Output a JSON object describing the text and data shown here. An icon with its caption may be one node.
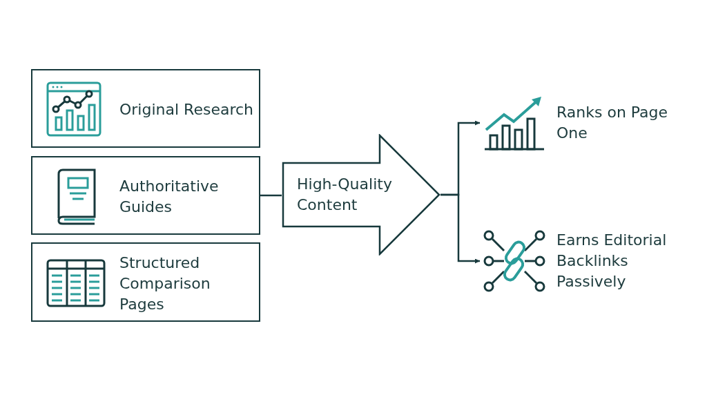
{
  "diagram": {
    "nodes": [
      {
        "text": [
          "Original Research"
        ]
      },
      {
        "text": [
          "Authoritative Guides"
        ]
      },
      {
        "text": [
          "Structured Comparison Pages"
        ]
      },
      {
        "text": [
          "High-Quality Content"
        ]
      },
      {
        "text": [
          "Ranks on Page One"
        ]
      },
      {
        "text": [
          "Earns Editorial Backlinks Passively"
        ]
      }
    ],
    "edges": [
      {
        "from": 1,
        "to": 3,
        "arrow": "none"
      },
      {
        "from": 3,
        "to": 4,
        "arrow": "to"
      },
      {
        "from": 3,
        "to": 5,
        "arrow": "to"
      }
    ]
  }
}
